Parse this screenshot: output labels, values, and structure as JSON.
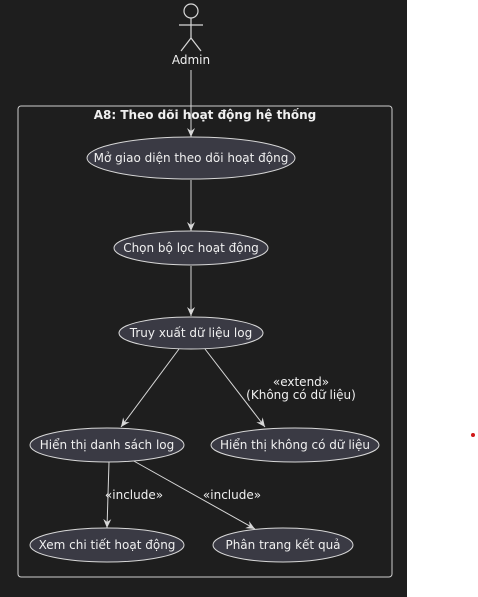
{
  "diagram": {
    "actor": {
      "label": "Admin"
    },
    "boundary_title": "A8: Theo dõi hoạt động hệ thống",
    "use_cases": [
      {
        "id": "uc1",
        "label": "Mở giao diện theo dõi hoạt động"
      },
      {
        "id": "uc2",
        "label": "Chọn bộ lọc hoạt động"
      },
      {
        "id": "uc3",
        "label": "Truy xuất dữ liệu log"
      },
      {
        "id": "uc4",
        "label": "Hiển thị danh sách log"
      },
      {
        "id": "uc5",
        "label": "Hiển thị không có dữ liệu"
      },
      {
        "id": "uc6",
        "label": "Xem chi tiết hoạt động"
      },
      {
        "id": "uc7",
        "label": "Phân trang kết quả"
      }
    ],
    "relations": {
      "extend_label": "«extend»",
      "extend_condition": "(Không có dữ liệu)",
      "include_label_1": "«include»",
      "include_label_2": "«include»"
    }
  },
  "colors": {
    "background": "#1e1e1e",
    "use_case_fill": "#3a3a44",
    "stroke": "#d8d8d8",
    "marker": "#d01818"
  }
}
